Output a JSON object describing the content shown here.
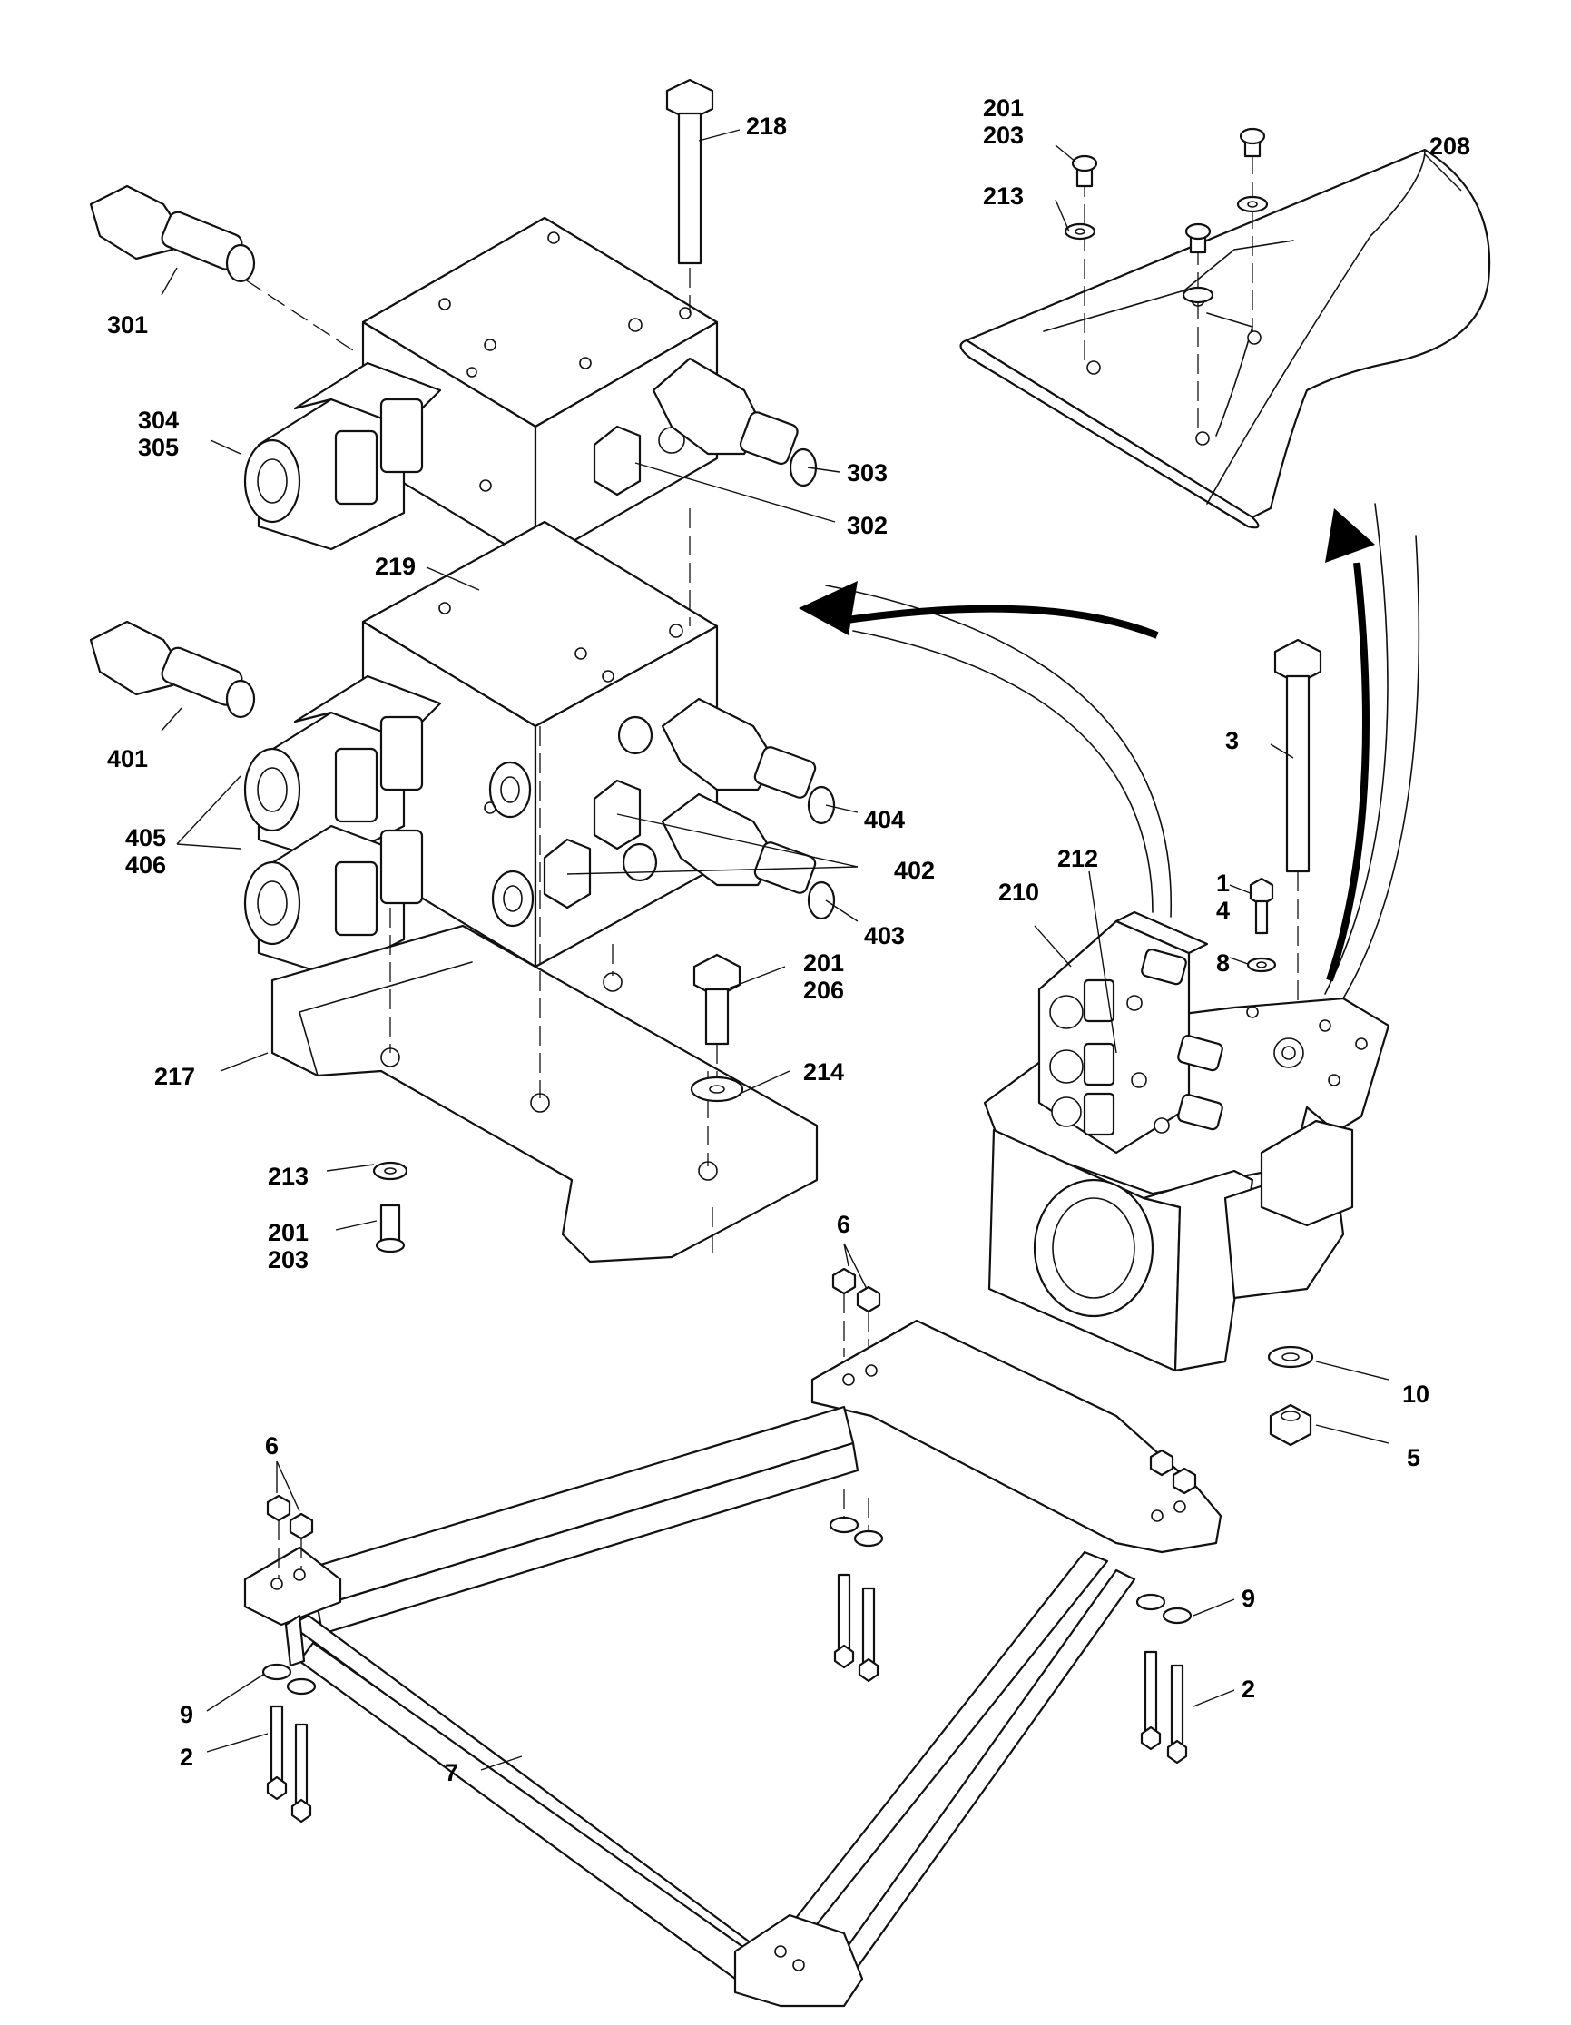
{
  "callouts": {
    "c218": "218",
    "c201a": "201",
    "c203a": "203",
    "c213a": "213",
    "c208": "208",
    "c301": "301",
    "c304": "304",
    "c305": "305",
    "c303": "303",
    "c302": "302",
    "c219": "219",
    "c401": "401",
    "c405": "405",
    "c406": "406",
    "c404": "404",
    "c402": "402",
    "c403": "403",
    "c3": "3",
    "c212": "212",
    "c210": "210",
    "c1": "1",
    "c4": "4",
    "c8": "8",
    "c201b": "201",
    "c206": "206",
    "c214": "214",
    "c217": "217",
    "c213b": "213",
    "c201c": "201",
    "c203c": "203",
    "c6a": "6",
    "c10": "10",
    "c5": "5",
    "c6b": "6",
    "c9a": "9",
    "c9b": "9",
    "c2a": "2",
    "c2b": "2",
    "c7": "7"
  }
}
